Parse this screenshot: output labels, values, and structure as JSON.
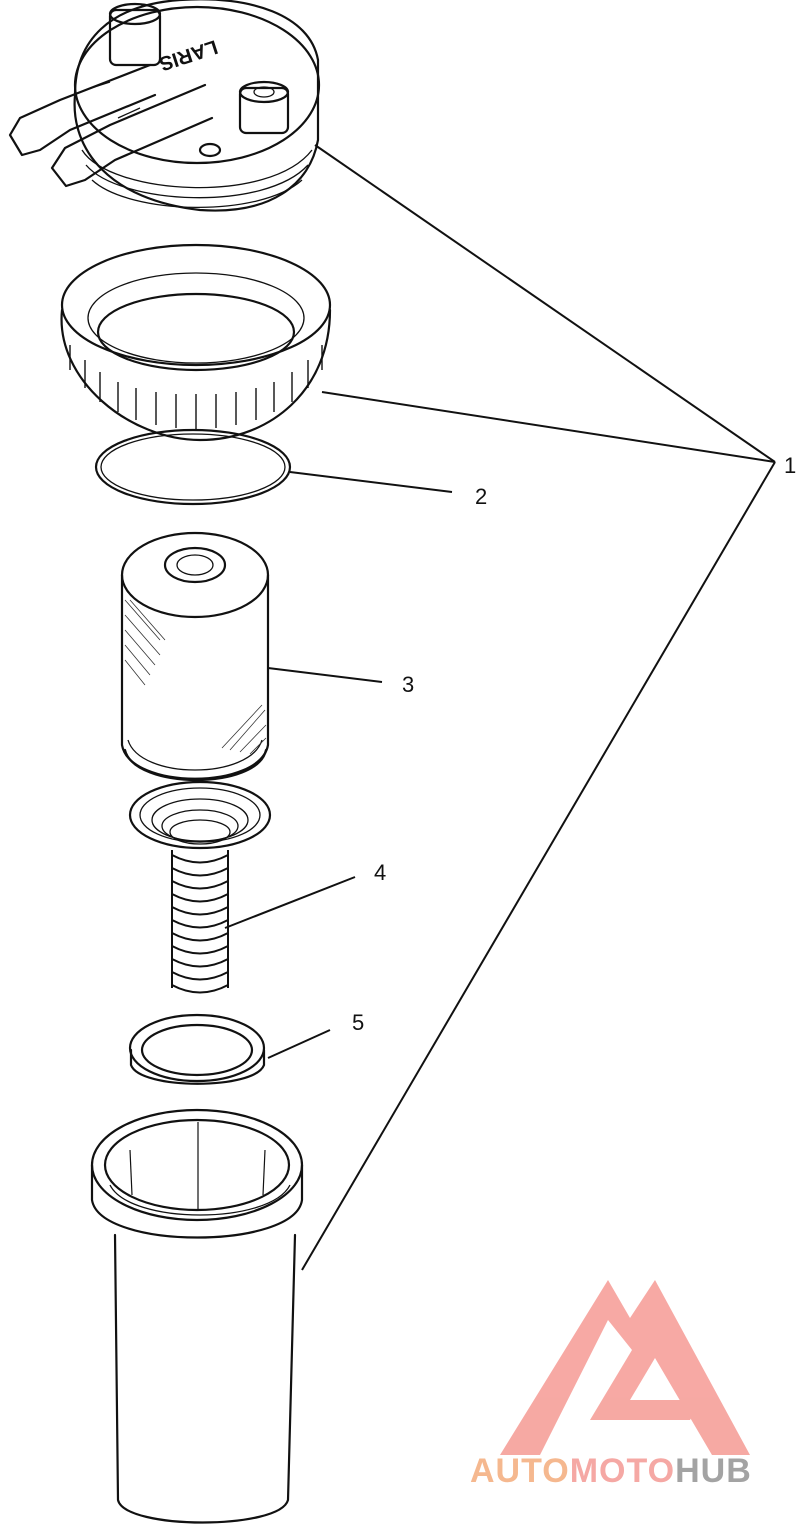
{
  "diagram": {
    "cap_lettering": "LARIS",
    "callouts": [
      {
        "id": "1",
        "label": "1"
      },
      {
        "id": "2",
        "label": "2"
      },
      {
        "id": "3",
        "label": "3"
      },
      {
        "id": "4",
        "label": "4"
      },
      {
        "id": "5",
        "label": "5"
      }
    ]
  },
  "watermark": {
    "part1": "AUTO",
    "part2": "MOTO",
    "part3": "HUB",
    "colors": {
      "auto": "#f5b183",
      "moto": "#f59f9b",
      "hub": "#9a9a9a",
      "logo": "#f6a09a"
    }
  },
  "colors": {
    "line": "#111111",
    "background": "#ffffff"
  }
}
